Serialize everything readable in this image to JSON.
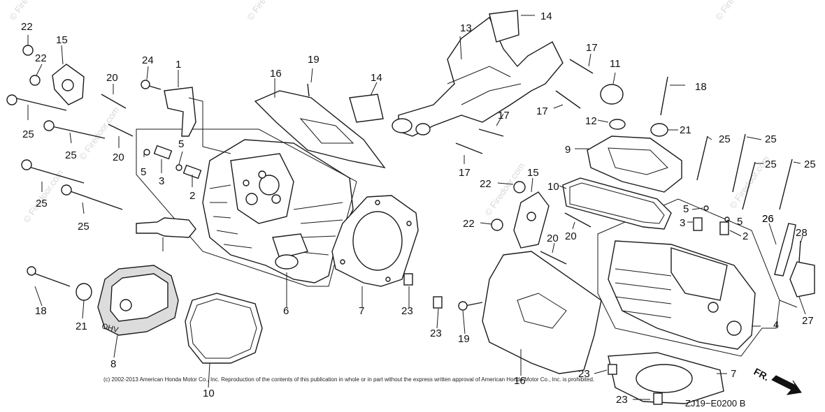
{
  "diagram": {
    "copyright": "(c) 2002-2013 American Honda Motor Co., Inc. Reproduction of the contents of this publication in whole or in part without the express written approval of American Honda Motor Co., Inc. is prohibited.",
    "diagram_code": "ZJ19−E0200 B",
    "direction_label": "FR.",
    "watermark": "© Firedoor.com",
    "parts": [
      {
        "id": "n22a",
        "label": "22"
      },
      {
        "id": "n22b",
        "label": "22"
      },
      {
        "id": "n15a",
        "label": "15"
      },
      {
        "id": "n24",
        "label": "24"
      },
      {
        "id": "n1",
        "label": "1"
      },
      {
        "id": "n16a",
        "label": "16"
      },
      {
        "id": "n19a",
        "label": "19"
      },
      {
        "id": "n14a",
        "label": "14"
      },
      {
        "id": "n13",
        "label": "13"
      },
      {
        "id": "n14b",
        "label": "14"
      },
      {
        "id": "n17a",
        "label": "17"
      },
      {
        "id": "n11",
        "label": "11"
      },
      {
        "id": "n18a",
        "label": "18"
      },
      {
        "id": "n20a",
        "label": "20"
      },
      {
        "id": "n25a",
        "label": "25"
      },
      {
        "id": "n25b",
        "label": "25"
      },
      {
        "id": "n20b",
        "label": "20"
      },
      {
        "id": "n5a",
        "label": "5"
      },
      {
        "id": "n5b",
        "label": "5"
      },
      {
        "id": "n3a",
        "label": "3"
      },
      {
        "id": "n2a",
        "label": "2"
      },
      {
        "id": "n25c",
        "label": "25"
      },
      {
        "id": "n25d",
        "label": "25"
      },
      {
        "id": "n17b",
        "label": "17"
      },
      {
        "id": "n17c",
        "label": "17"
      },
      {
        "id": "n17d",
        "label": "17"
      },
      {
        "id": "n12",
        "label": "12"
      },
      {
        "id": "n21a",
        "label": "21"
      },
      {
        "id": "n9",
        "label": "9"
      },
      {
        "id": "n25e",
        "label": "25"
      },
      {
        "id": "n25f",
        "label": "25"
      },
      {
        "id": "n25g",
        "label": "25"
      },
      {
        "id": "n25h",
        "label": "25"
      },
      {
        "id": "n22c",
        "label": "22"
      },
      {
        "id": "n15b",
        "label": "15"
      },
      {
        "id": "n10a",
        "label": "10"
      },
      {
        "id": "n22d",
        "label": "22"
      },
      {
        "id": "n26a",
        "label": "26"
      },
      {
        "id": "n5c",
        "label": "5"
      },
      {
        "id": "n5d",
        "label": "5"
      },
      {
        "id": "n3b",
        "label": "3"
      },
      {
        "id": "n2b",
        "label": "2"
      },
      {
        "id": "n20c",
        "label": "20"
      },
      {
        "id": "n20d",
        "label": "20"
      },
      {
        "id": "n26b",
        "label": "26"
      },
      {
        "id": "n28",
        "label": "28"
      },
      {
        "id": "n18b",
        "label": "18"
      },
      {
        "id": "n21b",
        "label": "21"
      },
      {
        "id": "n6",
        "label": "6"
      },
      {
        "id": "n7a",
        "label": "7"
      },
      {
        "id": "n23a",
        "label": "23"
      },
      {
        "id": "n23b",
        "label": "23"
      },
      {
        "id": "n19b",
        "label": "19"
      },
      {
        "id": "n4",
        "label": "4"
      },
      {
        "id": "n27",
        "label": "27"
      },
      {
        "id": "n8",
        "label": "8"
      },
      {
        "id": "n10b",
        "label": "10"
      },
      {
        "id": "n16b",
        "label": "16"
      },
      {
        "id": "n23c",
        "label": "23"
      },
      {
        "id": "n7b",
        "label": "7"
      },
      {
        "id": "n23d",
        "label": "23"
      }
    ]
  }
}
